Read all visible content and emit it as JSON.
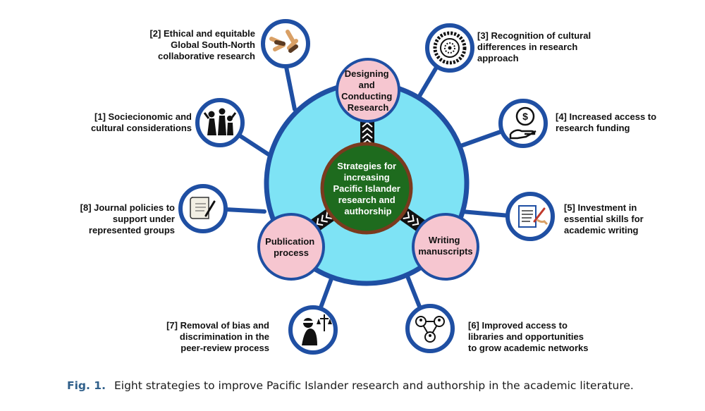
{
  "center": {
    "lines": [
      "Strategies for",
      "increasing",
      "Pacific Islander",
      "research and",
      "authorship"
    ],
    "fill": "#1e6b1e",
    "ring": "#7a3a1e"
  },
  "stages": {
    "designing": [
      "Designing",
      "and",
      "Conducting",
      "Research"
    ],
    "publication": [
      "Publication",
      "process"
    ],
    "writing": [
      "Writing",
      "manuscripts"
    ]
  },
  "strategies": {
    "s2": [
      "[2] Ethical and equitable",
      "Global South-North",
      "collaborative research"
    ],
    "s3": [
      "[3] Recognition of cultural",
      "differences in research",
      "approach"
    ],
    "s1": [
      "[1] Sociecionomic and",
      "cultural considerations"
    ],
    "s4": [
      "[4] Increased access to",
      "research funding"
    ],
    "s8": [
      "[8] Journal policies to",
      "support under",
      "represented groups"
    ],
    "s5": [
      "[5] Investment in",
      "essential skills for",
      "academic writing"
    ],
    "s7": [
      "[7] Removal of bias and",
      "discrimination in the",
      "peer-review process"
    ],
    "s6": [
      "[6] Improved access to",
      "libraries and opportunities",
      "to grow academic networks"
    ]
  },
  "caption": {
    "label": "Fig. 1.",
    "text": "Eight strategies to improve Pacific Islander research and authorship in the academic literature."
  },
  "colors": {
    "big_circle": "#7ee3f5",
    "ring_border": "#1f4fa3",
    "stage_fill": "#f6c6d0",
    "spoke": "#1f4fa3",
    "caption_label": "#2f5f8a"
  },
  "icons": [
    "hands-icon",
    "mandala-icon",
    "family-icon",
    "money-hand-icon",
    "scroll-quill-icon",
    "writing-paper-icon",
    "justice-icon",
    "network-icon"
  ]
}
